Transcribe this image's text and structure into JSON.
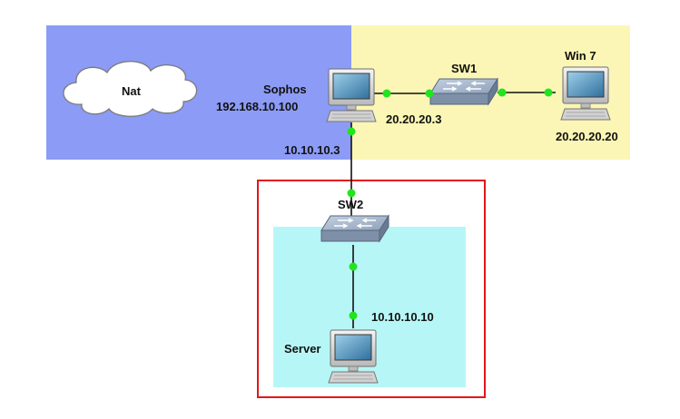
{
  "nodes": {
    "nat": {
      "label": "Nat",
      "icon": "cloud-icon"
    },
    "sophos": {
      "label": "Sophos",
      "ip": "192.168.10.100",
      "icon": "computer-icon"
    },
    "sw1": {
      "label": "SW1",
      "icon": "switch-icon"
    },
    "win7": {
      "label": "Win 7",
      "ip": "20.20.20.20",
      "icon": "computer-icon"
    },
    "sw2": {
      "label": "SW2",
      "icon": "switch-icon"
    },
    "server": {
      "label": "Server",
      "ip": "10.10.10.10",
      "icon": "computer-icon"
    }
  },
  "interfaces": {
    "sophos_sw1": "20.20.20.3",
    "sophos_sw2": "10.10.10.3"
  },
  "colors": {
    "wan_zone": "#8c9bf5",
    "lan_zone": "#fbf6b5",
    "server_zone": "#b7f6f6",
    "highlight_frame": "#e2161c",
    "link_endpoint": "#22e41c"
  }
}
